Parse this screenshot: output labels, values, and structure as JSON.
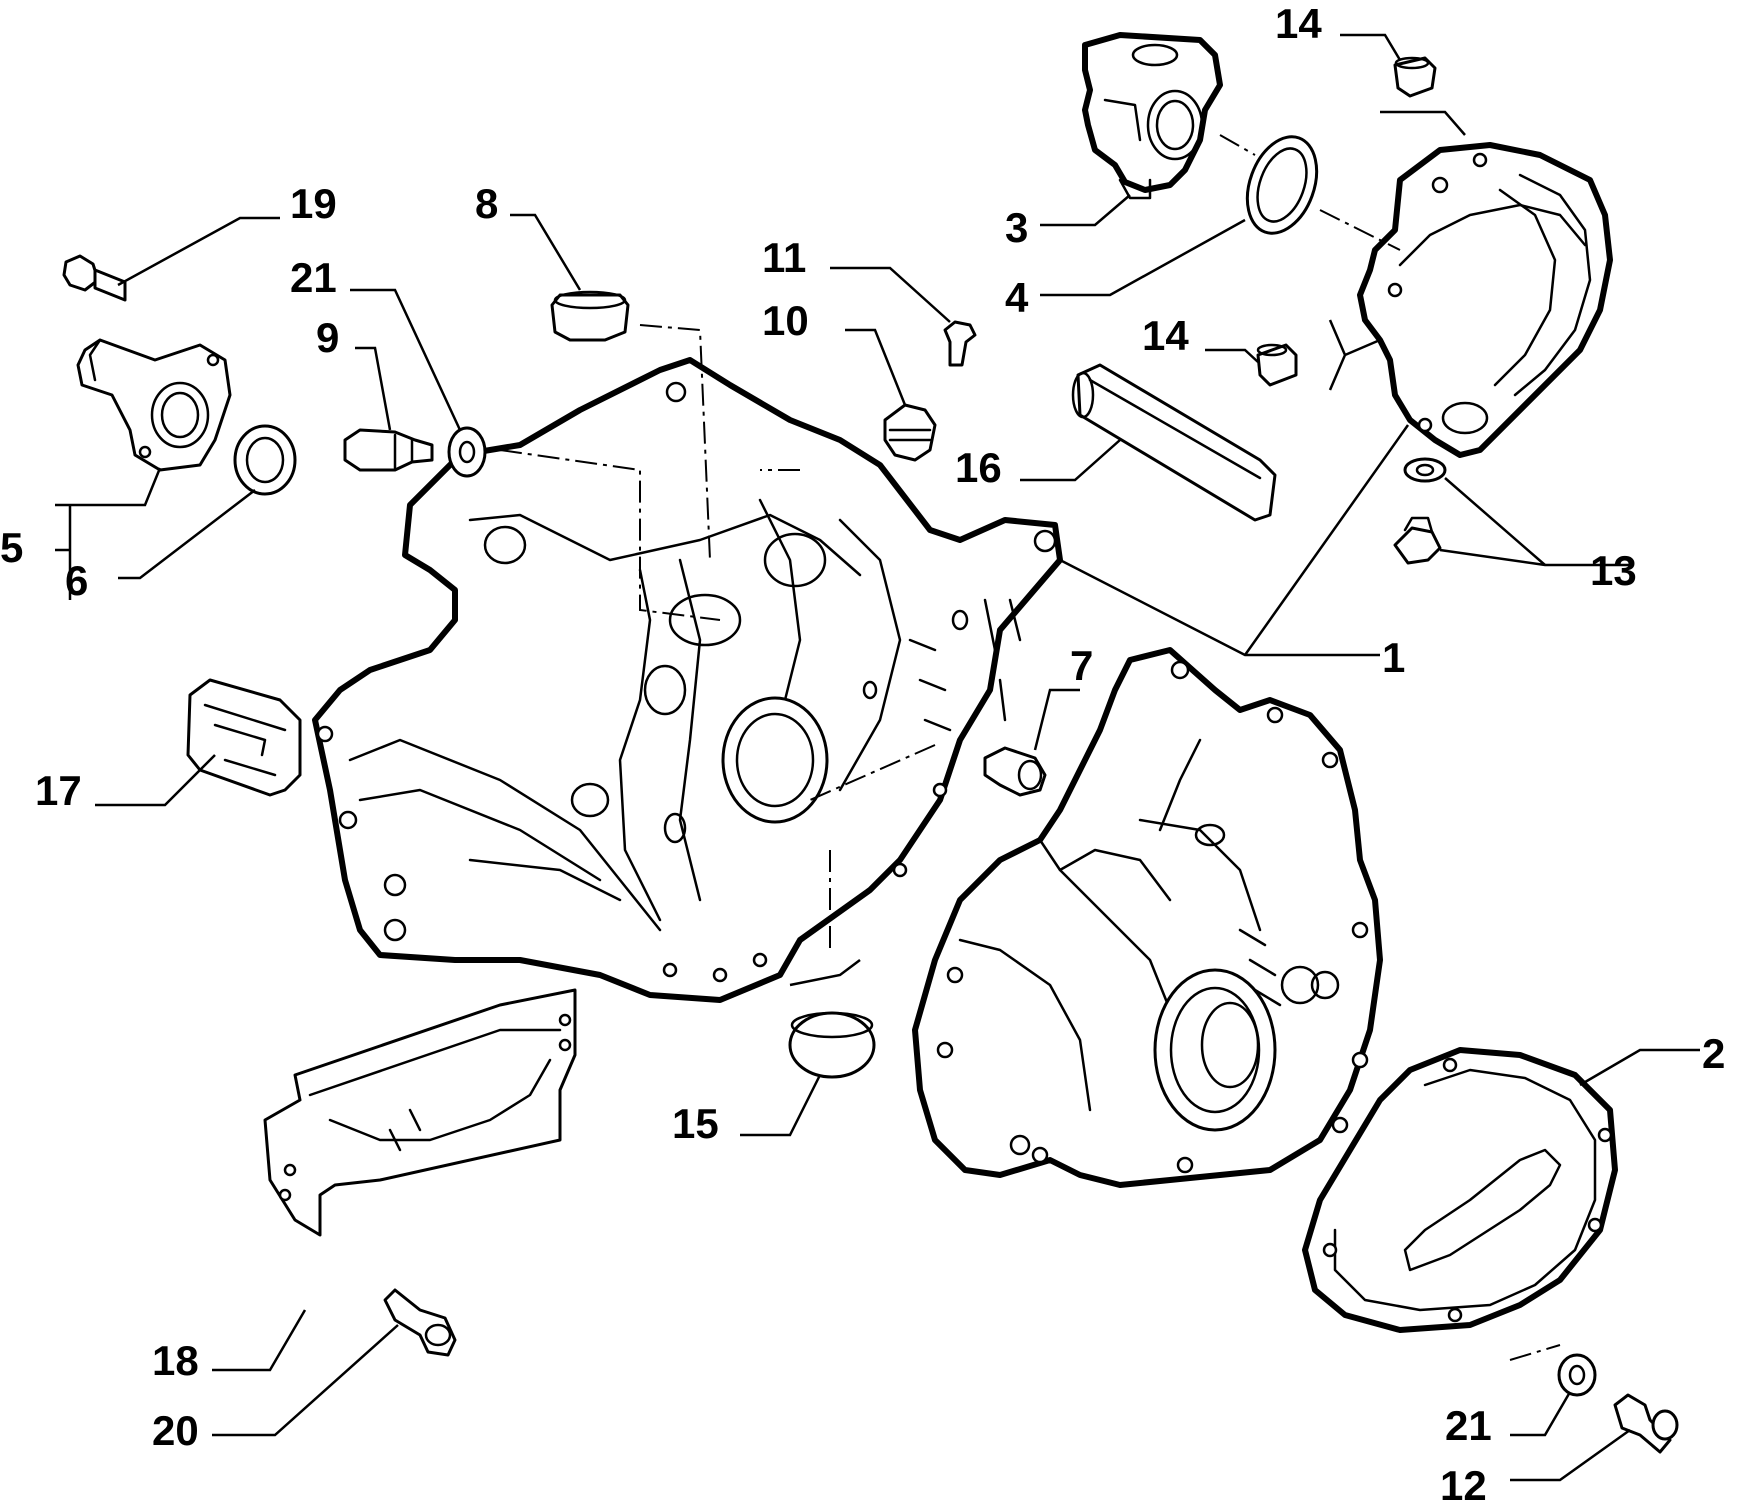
{
  "diagram": {
    "callouts": [
      {
        "id": "c1",
        "label": "1"
      },
      {
        "id": "c2",
        "label": "2"
      },
      {
        "id": "c3",
        "label": "3"
      },
      {
        "id": "c4",
        "label": "4"
      },
      {
        "id": "c5",
        "label": "5"
      },
      {
        "id": "c6",
        "label": "6"
      },
      {
        "id": "c7",
        "label": "7"
      },
      {
        "id": "c8",
        "label": "8"
      },
      {
        "id": "c9",
        "label": "9"
      },
      {
        "id": "c10",
        "label": "10"
      },
      {
        "id": "c11",
        "label": "11"
      },
      {
        "id": "c12",
        "label": "12"
      },
      {
        "id": "c13",
        "label": "13"
      },
      {
        "id": "c14a",
        "label": "14"
      },
      {
        "id": "c14b",
        "label": "14"
      },
      {
        "id": "c15",
        "label": "15"
      },
      {
        "id": "c16",
        "label": "16"
      },
      {
        "id": "c17",
        "label": "17"
      },
      {
        "id": "c18",
        "label": "18"
      },
      {
        "id": "c19",
        "label": "19"
      },
      {
        "id": "c20",
        "label": "20"
      },
      {
        "id": "c21a",
        "label": "21"
      },
      {
        "id": "c21b",
        "label": "21"
      }
    ]
  }
}
